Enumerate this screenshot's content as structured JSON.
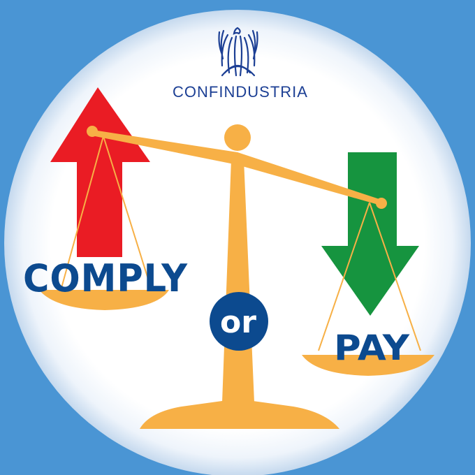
{
  "logo": {
    "brand_name": "CONFINDUSTRIA",
    "emblem_icon": "eagle-emblem-icon",
    "color": "#1c3f94"
  },
  "scale": {
    "left_label": "COMPLY",
    "right_label": "PAY",
    "center_label": "or",
    "arrow_up_icon": "arrow-up-icon",
    "arrow_down_icon": "arrow-down-icon"
  },
  "colors": {
    "background": "#4a95d4",
    "circle": "#ffffff",
    "scale_gold": "#f7b046",
    "arrow_up": "#ea1c24",
    "arrow_down": "#16943f",
    "text_navy": "#0c4a8f",
    "badge": "#0c4a8f"
  }
}
